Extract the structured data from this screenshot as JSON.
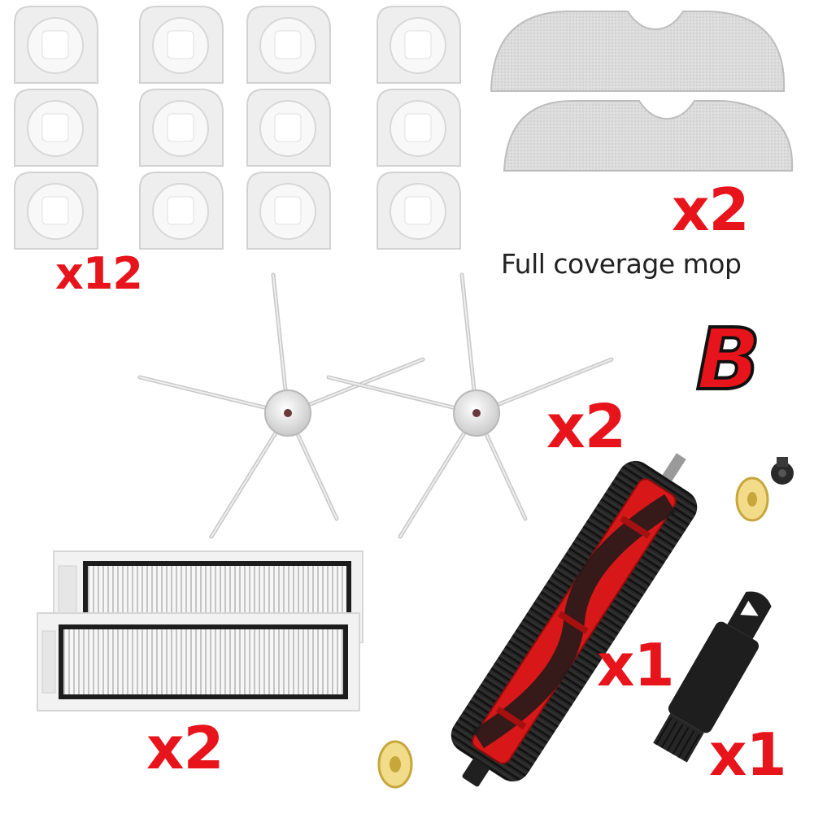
{
  "variant_label": "B",
  "colors": {
    "label_red": "#e8141b",
    "caption_text": "#222222",
    "roller_red": "#d81818",
    "bristle_black": "#1a1a1a",
    "end_cap_yellow": "#f2dc8a"
  },
  "items": {
    "water_tank_filters": {
      "quantity": "x12",
      "count": 12
    },
    "mop_pads": {
      "quantity": "x2",
      "caption": "Full coverage mop",
      "count": 2
    },
    "side_brushes": {
      "quantity": "x2",
      "count": 2
    },
    "hepa_filters": {
      "quantity": "x2",
      "count": 2
    },
    "main_roller_brush": {
      "quantity": "x1"
    },
    "cleaning_tool": {
      "quantity": "x1"
    }
  }
}
